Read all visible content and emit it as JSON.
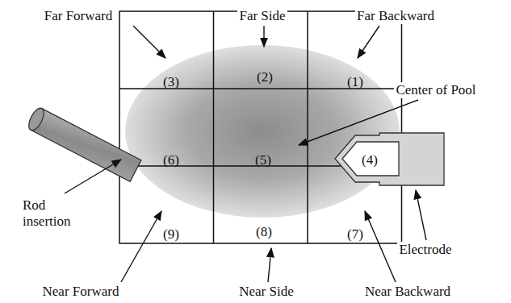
{
  "diagram": {
    "nodes": [
      {
        "text": [
          "(3)"
        ]
      },
      {
        "text": [
          "(2)"
        ]
      },
      {
        "text": [
          "(1)"
        ]
      },
      {
        "text": [
          "(6)"
        ]
      },
      {
        "text": [
          "(5)"
        ]
      },
      {
        "text": [
          "(4)"
        ]
      },
      {
        "text": [
          "(9)"
        ]
      },
      {
        "text": [
          "(8)"
        ]
      },
      {
        "text": [
          "(7)"
        ]
      }
    ],
    "labels": [
      "Far Forward",
      "Far Side",
      "Far Backward",
      "Center of Pool",
      "Rod insertion",
      "Electrode",
      "Near Forward",
      "Near Side",
      "Near Backward"
    ]
  }
}
